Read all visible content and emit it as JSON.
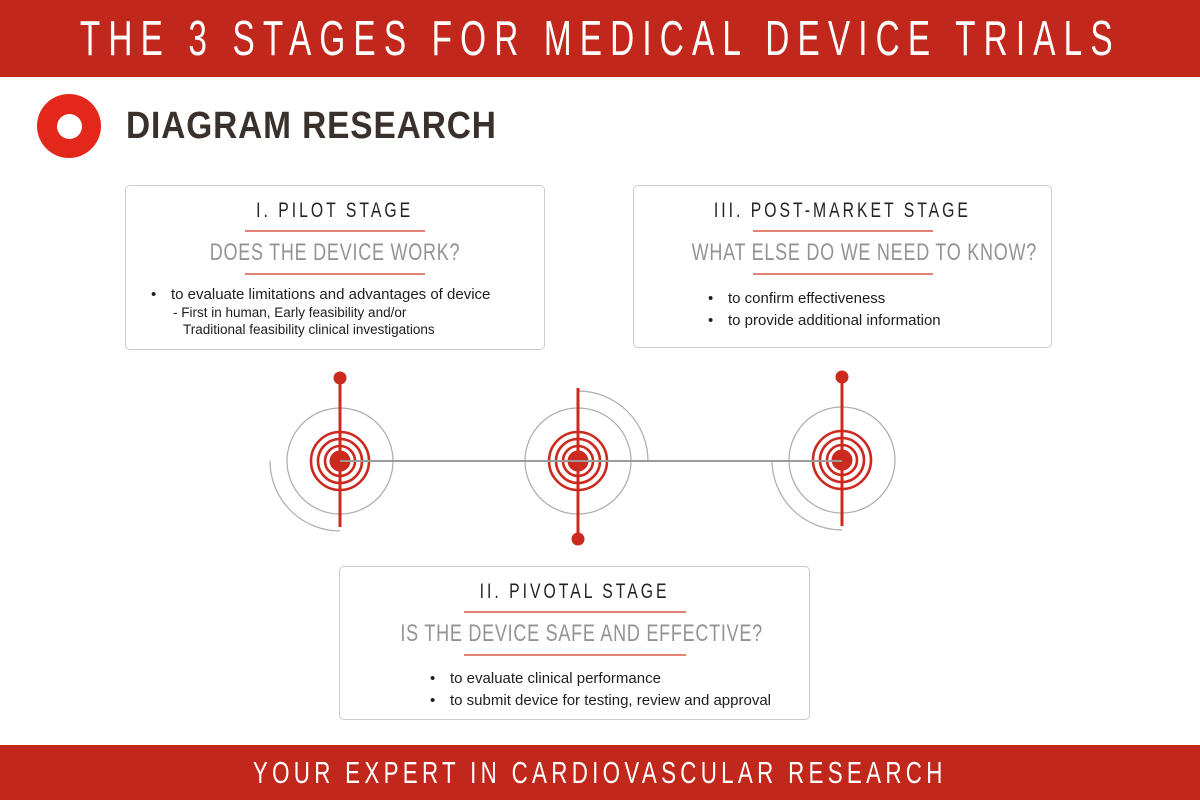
{
  "colors": {
    "band_red": "#C1271B",
    "logo_red": "#E3281B",
    "target_red": "#CC2A1E",
    "salmon_rule": "#E08374",
    "question_gray": "#919396",
    "title_dark": "#232323",
    "body_dark": "#1D1D1D",
    "brand_dark": "#3B312C",
    "box_border": "#CBCBCB",
    "connector_gray": "#9B9B9B",
    "circle_gray": "#ABABAB"
  },
  "header": {
    "title": "THE 3 STAGES FOR MEDICAL DEVICE TRIALS"
  },
  "brand": {
    "name": "DIAGRAM RESEARCH",
    "logo": "red-ring-dot-logo"
  },
  "stages": [
    {
      "title": "I. PILOT STAGE",
      "question": "DOES THE DEVICE WORK?",
      "bullets": [
        {
          "text": "to evaluate limitations and advantages of device",
          "subs": [
            "- First in human, Early feasibility and/or",
            "Traditional feasibility clinical investigations"
          ]
        }
      ]
    },
    {
      "title": "II. PIVOTAL STAGE",
      "question": "IS THE DEVICE SAFE AND EFFECTIVE?",
      "bullets": [
        {
          "text": "to evaluate clinical performance",
          "subs": []
        },
        {
          "text": "to submit device for testing, review and approval",
          "subs": []
        }
      ]
    },
    {
      "title": "III. POST-MARKET STAGE",
      "question": "WHAT ELSE DO WE NEED TO KNOW?",
      "bullets": [
        {
          "text": "to confirm effectiveness",
          "subs": []
        },
        {
          "text": "to provide additional information",
          "subs": []
        }
      ]
    }
  ],
  "bullet_marker": "•",
  "footer": {
    "text": "YOUR EXPERT IN CARDIOVASCULAR RESEARCH"
  }
}
